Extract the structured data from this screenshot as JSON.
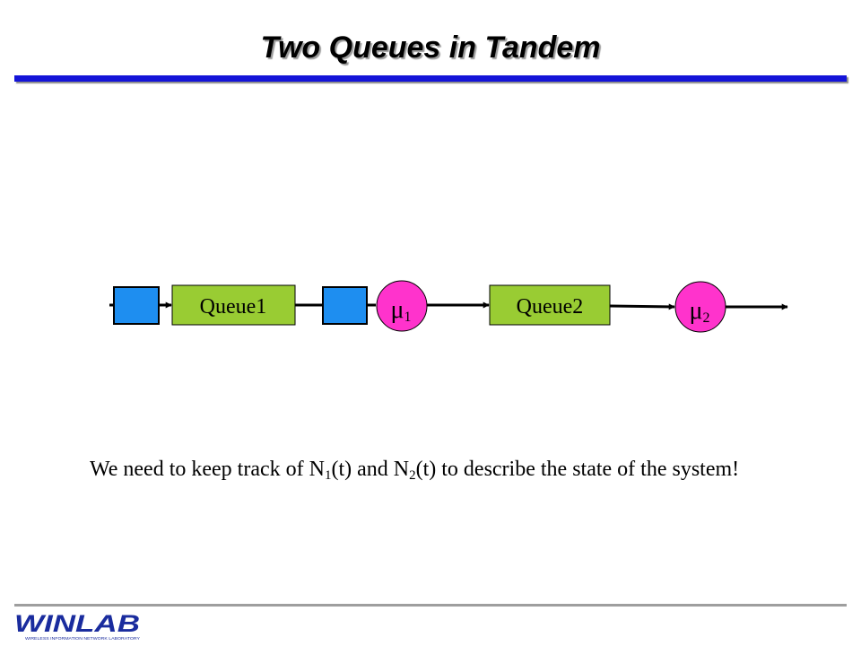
{
  "slide": {
    "title": "Two Queues in Tandem"
  },
  "diagram": {
    "queue1_label": "Queue1",
    "queue2_label": "Queue2",
    "server1_symbol": "μ",
    "server1_index": "1",
    "server2_symbol": "μ",
    "server2_index": "2"
  },
  "caption": {
    "part1": "We need to keep track of N",
    "sub1": "1",
    "part2": "(t) and N",
    "sub2": "2",
    "part3": "(t) to describe the state of the system!"
  },
  "footer": {
    "logo_text": "WINLAB",
    "logo_subtext": "WIRELESS INFORMATION NETWORK LABORATORY"
  },
  "colors": {
    "title_rule": "#1414d8",
    "buffer_box": "#1e8ef0",
    "queue_box": "#99cc33",
    "server_circle": "#ff33cc",
    "logo": "#1a2c9e"
  }
}
